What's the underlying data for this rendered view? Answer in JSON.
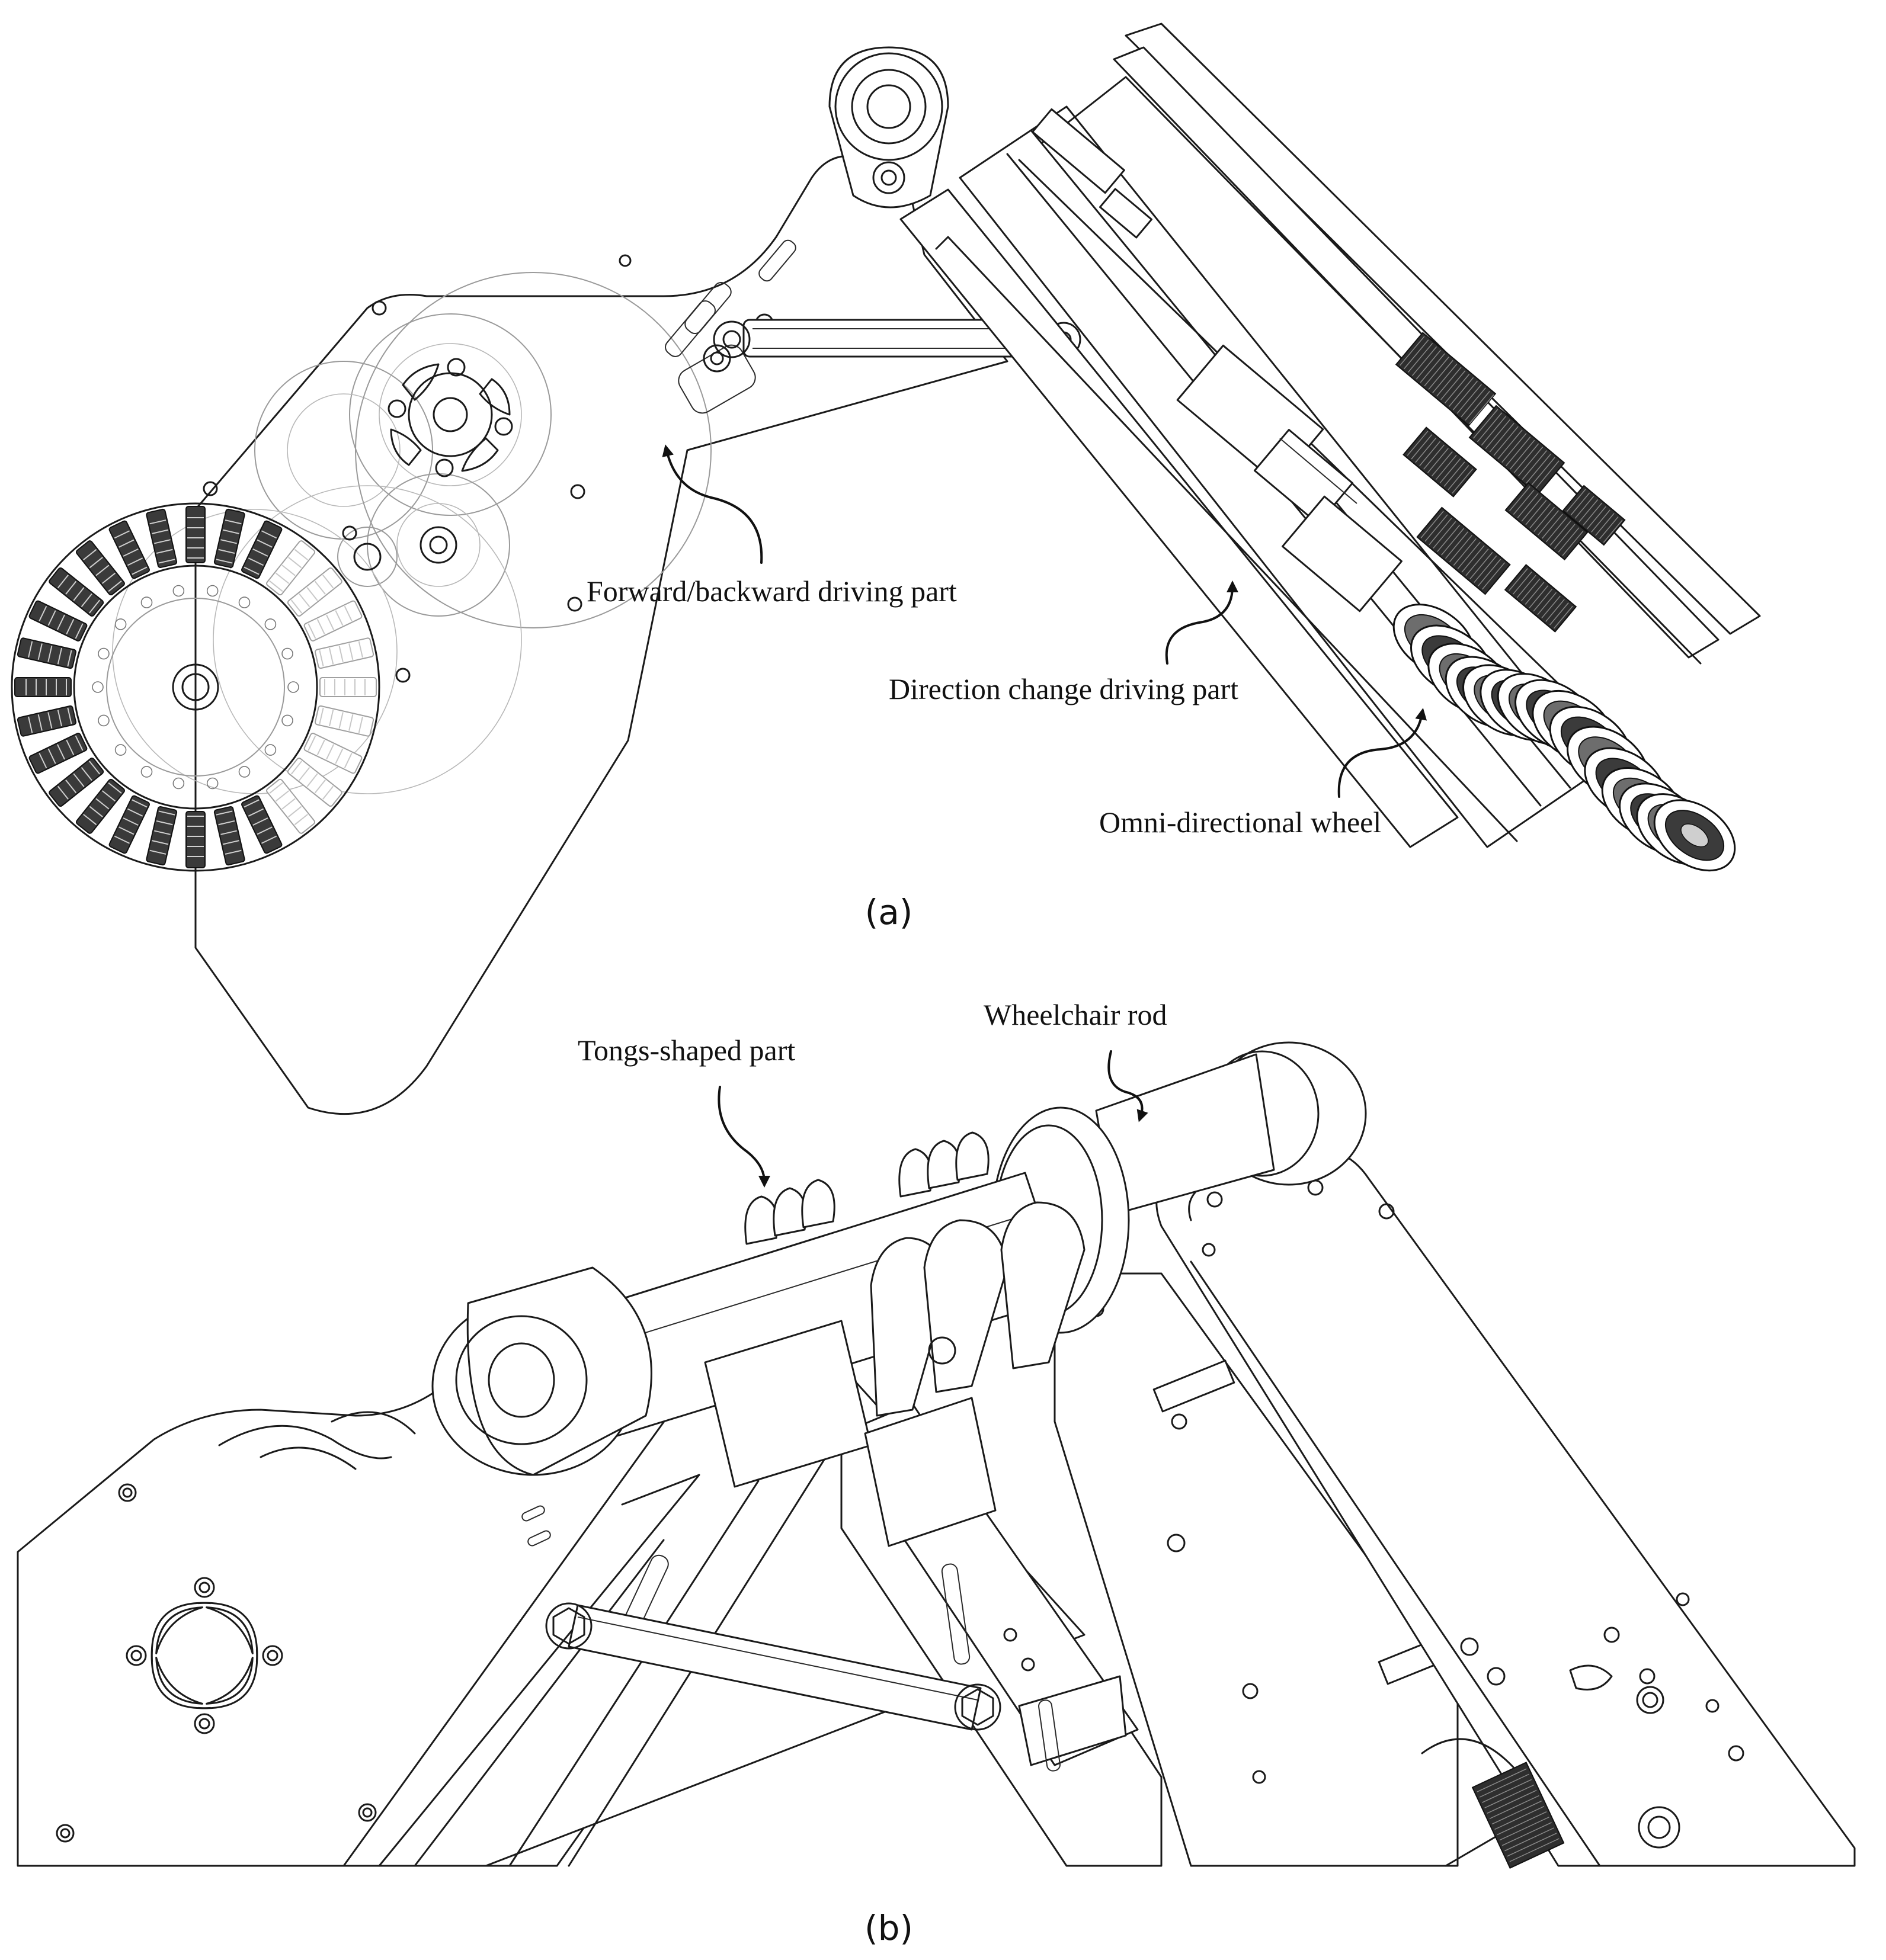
{
  "panel_a": {
    "label": "(a)",
    "callouts": {
      "forward_backward": "Forward/backward driving part",
      "direction_change": "Direction change driving part",
      "omni_wheel": "Omni-directional wheel"
    }
  },
  "panel_b": {
    "label": "(b)",
    "callouts": {
      "tongs": "Tongs-shaped part",
      "wheelchair_rod": "Wheelchair rod"
    }
  }
}
